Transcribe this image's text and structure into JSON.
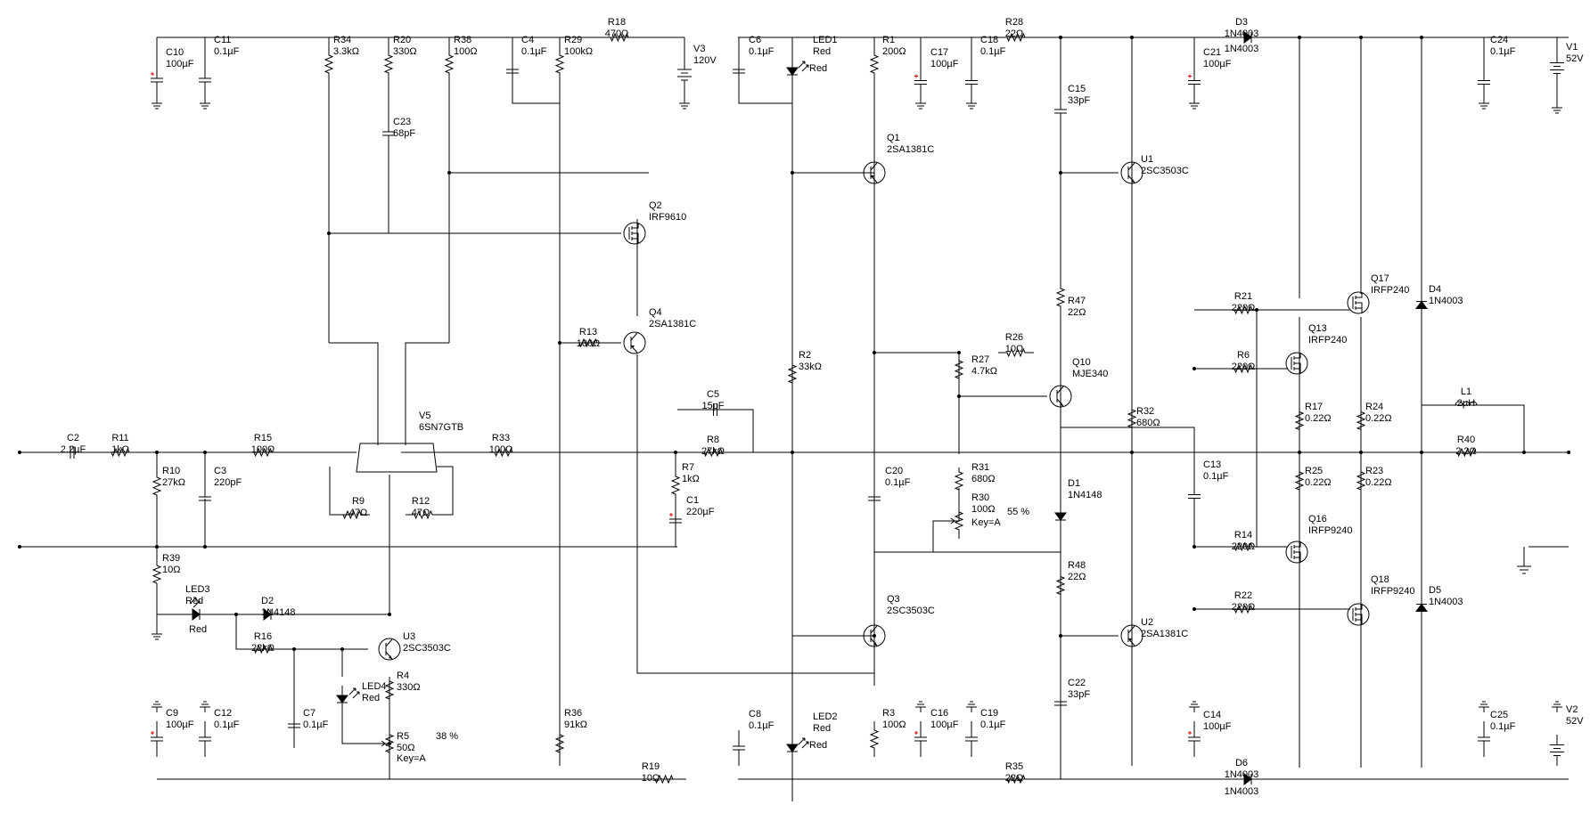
{
  "components": [
    {
      "ref": "C10",
      "val": "100µF"
    },
    {
      "ref": "C11",
      "val": "0.1µF"
    },
    {
      "ref": "R34",
      "val": "3.3kΩ"
    },
    {
      "ref": "R20",
      "val": "330Ω"
    },
    {
      "ref": "R38",
      "val": "100Ω"
    },
    {
      "ref": "C4",
      "val": "0.1µF"
    },
    {
      "ref": "R29",
      "val": "100kΩ"
    },
    {
      "ref": "R18",
      "val": "470Ω"
    },
    {
      "ref": "V3",
      "val": "120V"
    },
    {
      "ref": "C23",
      "val": "68pF"
    },
    {
      "ref": "Q2",
      "val": "IRF9610"
    },
    {
      "ref": "Q4",
      "val": "2SA1381C"
    },
    {
      "ref": "R13",
      "val": "100Ω"
    },
    {
      "ref": "V5",
      "val": "6SN7GTB"
    },
    {
      "ref": "C2",
      "val": "2.2µF"
    },
    {
      "ref": "R11",
      "val": "1kΩ"
    },
    {
      "ref": "R10",
      "val": "27kΩ"
    },
    {
      "ref": "C3",
      "val": "220pF"
    },
    {
      "ref": "R15",
      "val": "100Ω"
    },
    {
      "ref": "R33",
      "val": "100Ω"
    },
    {
      "ref": "R9",
      "val": "47Ω"
    },
    {
      "ref": "R12",
      "val": "47Ω"
    },
    {
      "ref": "R39",
      "val": "10Ω"
    },
    {
      "ref": "LED3",
      "val": "Red"
    },
    {
      "ref": "D2",
      "val": "1N4148"
    },
    {
      "ref": "R16",
      "val": "22kΩ"
    },
    {
      "ref": "U3",
      "val": "2SC3503C"
    },
    {
      "ref": "LED4",
      "val": "Red"
    },
    {
      "ref": "R4",
      "val": "330Ω"
    },
    {
      "ref": "R5",
      "val": "50Ω"
    },
    {
      "ref": "C7",
      "val": "0.1µF"
    },
    {
      "ref": "C9",
      "val": "100µF"
    },
    {
      "ref": "C12",
      "val": "0.1µF"
    },
    {
      "ref": "R36",
      "val": "91kΩ"
    },
    {
      "ref": "R19",
      "val": "10Ω"
    },
    {
      "ref": "C5",
      "val": "15pF"
    },
    {
      "ref": "R8",
      "val": "27kΩ"
    },
    {
      "ref": "R7",
      "val": "1kΩ"
    },
    {
      "ref": "C1",
      "val": "220µF"
    },
    {
      "ref": "C6",
      "val": "0.1µF"
    },
    {
      "ref": "LED1",
      "val": "Red"
    },
    {
      "ref": "R2",
      "val": "33kΩ"
    },
    {
      "ref": "C8",
      "val": "0.1µF"
    },
    {
      "ref": "LED2",
      "val": "Red"
    },
    {
      "ref": "R1",
      "val": "200Ω"
    },
    {
      "ref": "C17",
      "val": "100µF"
    },
    {
      "ref": "C18",
      "val": "0.1µF"
    },
    {
      "ref": "R28",
      "val": "22Ω"
    },
    {
      "ref": "Q1",
      "val": "2SA1381C"
    },
    {
      "ref": "C20",
      "val": "0.1µF"
    },
    {
      "ref": "Q3",
      "val": "2SC3503C"
    },
    {
      "ref": "R3",
      "val": "100Ω"
    },
    {
      "ref": "C16",
      "val": "100µF"
    },
    {
      "ref": "C19",
      "val": "0.1µF"
    },
    {
      "ref": "R35",
      "val": "22Ω"
    },
    {
      "ref": "R27",
      "val": "4.7kΩ"
    },
    {
      "ref": "R26",
      "val": "10Ω"
    },
    {
      "ref": "R31",
      "val": "680Ω"
    },
    {
      "ref": "R30",
      "val": "100Ω"
    },
    {
      "ref": "C15",
      "val": "33pF"
    },
    {
      "ref": "R47",
      "val": "22Ω"
    },
    {
      "ref": "Q10",
      "val": "MJE340"
    },
    {
      "ref": "D1",
      "val": "1N4148"
    },
    {
      "ref": "R48",
      "val": "22Ω"
    },
    {
      "ref": "C22",
      "val": "33pF"
    },
    {
      "ref": "U1",
      "val": "2SC3503C"
    },
    {
      "ref": "U2",
      "val": "2SA1381C"
    },
    {
      "ref": "R32",
      "val": "680Ω"
    },
    {
      "ref": "C21",
      "val": "100µF"
    },
    {
      "ref": "D3",
      "val": "1N4003"
    },
    {
      "ref": "C14",
      "val": "100µF"
    },
    {
      "ref": "D6",
      "val": "1N4003"
    },
    {
      "ref": "C13",
      "val": "0.1µF"
    },
    {
      "ref": "R21",
      "val": "220Ω"
    },
    {
      "ref": "R6",
      "val": "220Ω"
    },
    {
      "ref": "R14",
      "val": "220Ω"
    },
    {
      "ref": "R22",
      "val": "220Ω"
    },
    {
      "ref": "Q13",
      "val": "IRFP240"
    },
    {
      "ref": "Q17",
      "val": "IRFP240"
    },
    {
      "ref": "Q16",
      "val": "IRFP9240"
    },
    {
      "ref": "Q18",
      "val": "IRFP9240"
    },
    {
      "ref": "R17",
      "val": "0.22Ω"
    },
    {
      "ref": "R24",
      "val": "0.22Ω"
    },
    {
      "ref": "R25",
      "val": "0.22Ω"
    },
    {
      "ref": "R23",
      "val": "0.22Ω"
    },
    {
      "ref": "C24",
      "val": "0.1µF"
    },
    {
      "ref": "V1",
      "val": "52V"
    },
    {
      "ref": "C25",
      "val": "0.1µF"
    },
    {
      "ref": "V2",
      "val": "52V"
    },
    {
      "ref": "D4",
      "val": "1N4003"
    },
    {
      "ref": "D5",
      "val": "1N4003"
    },
    {
      "ref": "L1",
      "val": "2µH"
    },
    {
      "ref": "R40",
      "val": "2.2Ω"
    }
  ],
  "pots": [
    {
      "ref": "R30",
      "pct": "55 %",
      "key": "Key=A"
    },
    {
      "ref": "R5",
      "pct": "38 %",
      "key": "Key=A"
    }
  ]
}
